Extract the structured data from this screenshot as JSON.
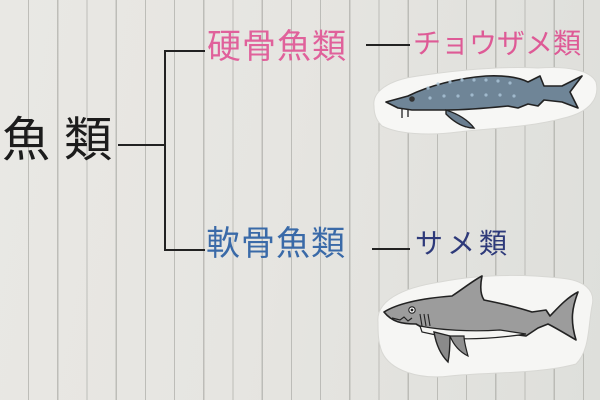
{
  "diagram": {
    "type": "classification-tree",
    "medium": "handwritten on vertically ruled notebook paper",
    "root": {
      "label": "魚類",
      "color": "#1c1c1c"
    },
    "branches": [
      {
        "label": "硬骨魚類",
        "color": "#e0619b",
        "child": {
          "label": "チョウザメ類",
          "color": "#de5a96",
          "illustration": "sturgeon-illustration"
        }
      },
      {
        "label": "軟骨魚類",
        "color": "#3a6aa8",
        "child": {
          "label": "サメ類",
          "color": "#2e3a7a",
          "illustration": "shark-illustration"
        }
      }
    ]
  },
  "colors": {
    "paper": "#e6e5e1",
    "rule_lines": "#afafaa",
    "ink_black": "#222222",
    "sturgeon_body": "#6f8597",
    "shark_body": "#9a9a9a"
  }
}
